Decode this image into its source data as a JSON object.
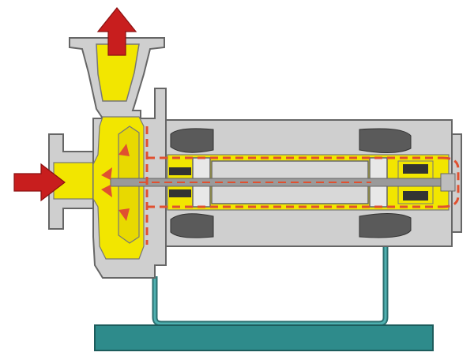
{
  "diagram": {
    "kind": "canned-motor-pump-cross-section",
    "flow": {
      "inlet_arrow": "arrow-right-red",
      "outlet_arrow": "arrow-up-red"
    },
    "colors": {
      "casing": "#cfcfcf",
      "outline": "#666666",
      "fluid": "#f2e600",
      "flow_arrow": "#c81e1e",
      "internal_flow": "#e05030",
      "base": "#2e8b8b",
      "winding": "#5a5a5a",
      "shaft": "#9a9a9a"
    }
  }
}
